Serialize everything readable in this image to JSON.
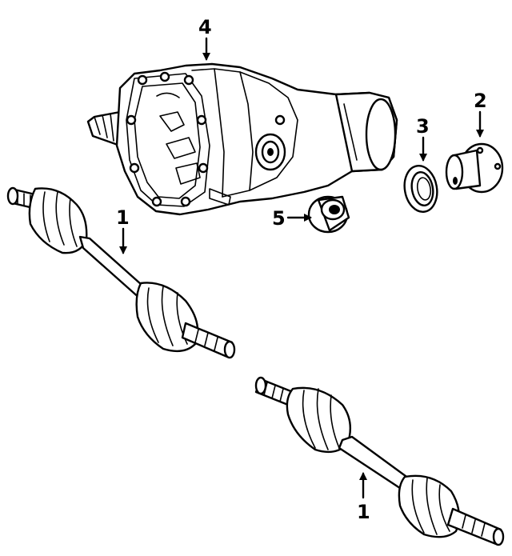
{
  "callouts": [
    {
      "id": "num-1-upper",
      "text": "1"
    },
    {
      "id": "num-1-lower",
      "text": "1"
    },
    {
      "id": "num-2",
      "text": "2"
    },
    {
      "id": "num-3",
      "text": "3"
    },
    {
      "id": "num-4",
      "text": "4"
    },
    {
      "id": "num-5",
      "text": "5"
    }
  ]
}
